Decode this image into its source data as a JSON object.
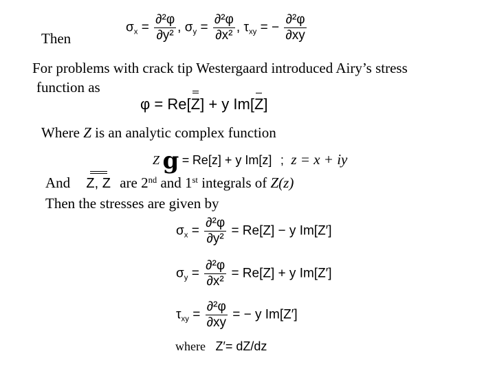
{
  "line_then": "Then",
  "eq1": {
    "sx_label": "σ",
    "sx_sub": "x",
    "d2phi": "∂²φ",
    "den_y2": "∂y²",
    "sy_label": "σ",
    "sy_sub": "y",
    "den_x2": "∂x²",
    "txy_label": "τ",
    "txy_sub": "xy",
    "den_xy": "∂xy",
    "eq": "=",
    "neg_eq": "= −",
    "comma": ","
  },
  "para1_line1": "For problems with crack tip Westergaard introduced Airy’s  stress",
  "para1_line2": "function as",
  "eq2": {
    "phi": "φ",
    "eq": "=",
    "re": "Re[",
    "zbar": "Z",
    "close1": "]",
    "plus_y_im": "+ y Im[",
    "close2": "]"
  },
  "where_text_pre": "Where ",
  "where_z": "Z",
  "where_text_post": " is an analytic complex function",
  "eq3": {
    "z_label": "Z",
    "glyph": "g",
    "eq": "=",
    "rez": "Re[z] + y Im[z]",
    "semicolon": ";",
    "z_def": "z = x + iy"
  },
  "and_line": {
    "and": "And",
    "zs": "Z, Z",
    "are": "are 2",
    "nd": "nd",
    "and1": " and 1",
    "st": "st",
    "integrals": " integrals of ",
    "zz": "Z(z)"
  },
  "then_stresses": "Then the stresses are given by",
  "stress_eqs": [
    {
      "sym": "σ",
      "sub": "x",
      "num": "∂²φ",
      "den": "∂y²",
      "rhs": "= Re[Z] − y Im[Z′]"
    },
    {
      "sym": "σ",
      "sub": "y",
      "num": "∂²φ",
      "den": "∂x²",
      "rhs": "= Re[Z] + y Im[Z′]"
    },
    {
      "sym": "τ",
      "sub": "xy",
      "num": "∂²φ",
      "den": "∂xy",
      "rhs": "= − y Im[Z′]"
    }
  ],
  "where_def": {
    "where": "where",
    "zp": "Z′",
    "def": "= dZ/dz"
  }
}
